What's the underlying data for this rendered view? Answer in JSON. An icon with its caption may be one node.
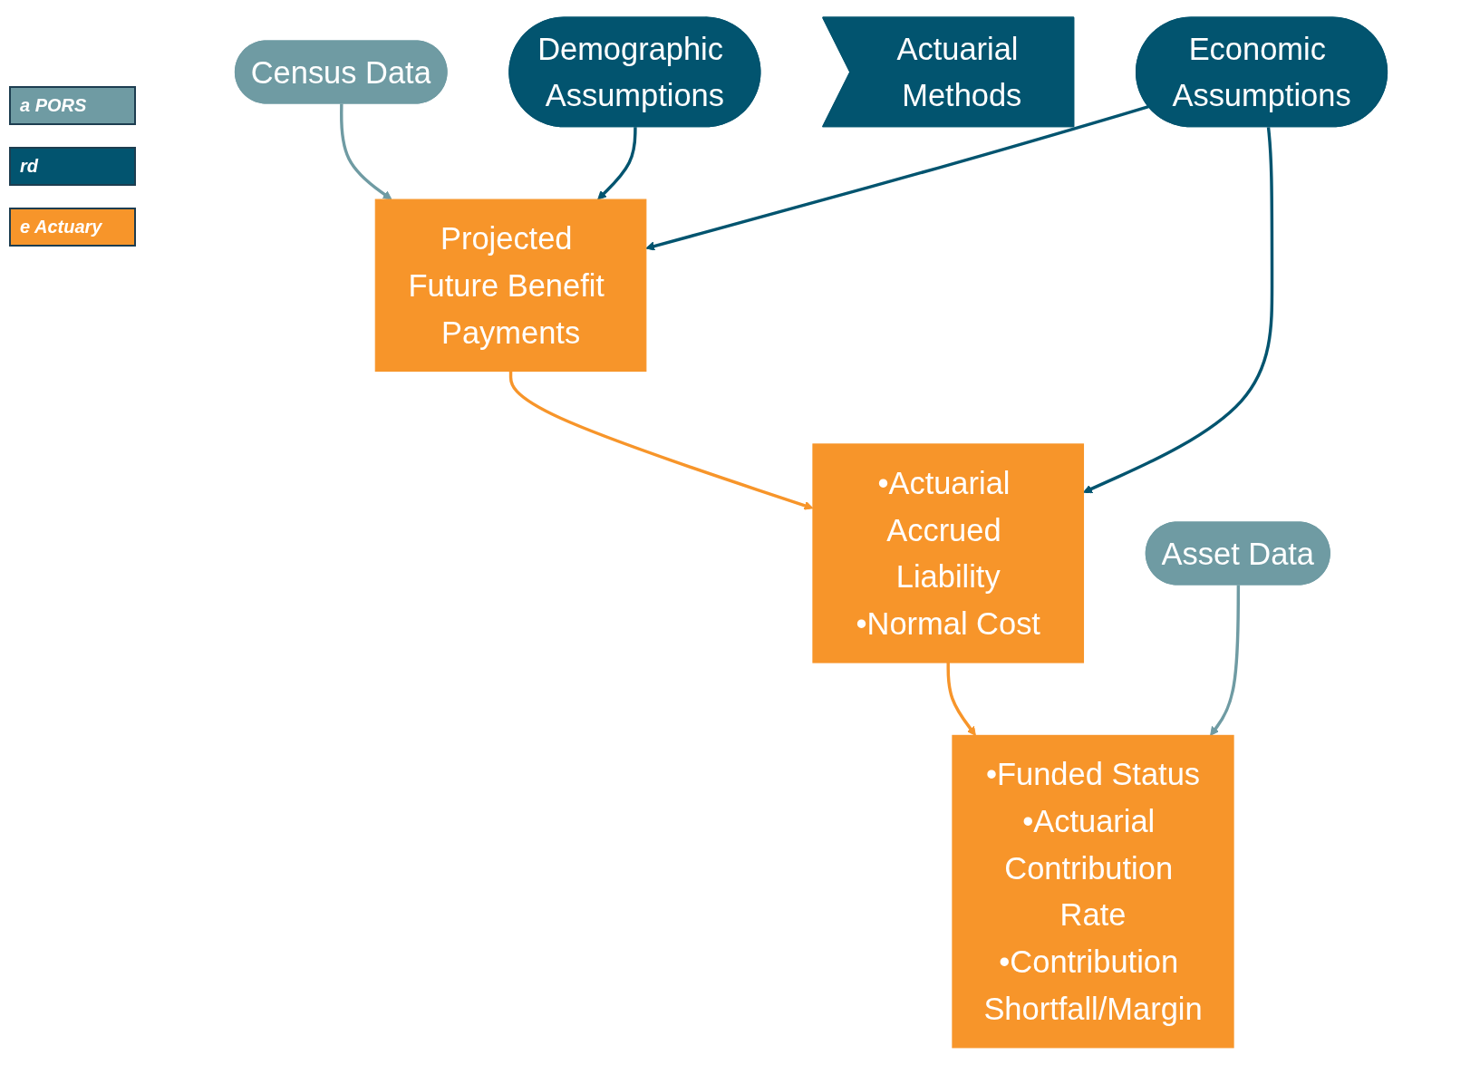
{
  "diagram": {
    "nodes": [
      {
        "text": [
          "Census Data"
        ]
      },
      {
        "text": [
          "Demographic Assumptions"
        ]
      },
      {
        "text": [
          "Projected Future Benefit Payments"
        ]
      },
      {
        "text": [
          "Actuarial Methods"
        ]
      },
      {
        "text": [
          "Economic Assumptions"
        ]
      },
      {
        "text": [
          "•Actuarial Accrued Liability",
          "•Normal Cost"
        ]
      },
      {
        "text": [
          "Asset Data"
        ]
      },
      {
        "text": [
          "•Funded Status",
          "•Actuarial Contribution Rate",
          "•Contribution Shortfall/Margin"
        ]
      }
    ],
    "edges": [
      {
        "from": 0,
        "to": 2,
        "arrow": "to",
        "color": "#6f9ba3"
      },
      {
        "from": 1,
        "to": 2,
        "arrow": "to",
        "color": "#02546f"
      },
      {
        "from": 4,
        "to": 2,
        "arrow": "to",
        "color": "#02546f"
      },
      {
        "from": 2,
        "to": 5,
        "arrow": "to",
        "color": "#f7952a"
      },
      {
        "from": 4,
        "to": 5,
        "arrow": "to",
        "color": "#02546f"
      },
      {
        "from": 5,
        "to": 7,
        "arrow": "to",
        "color": "#f7952a"
      },
      {
        "from": 6,
        "to": 7,
        "arrow": "to",
        "color": "#6f9ba3"
      }
    ],
    "legend": [
      {
        "text": "a PORS",
        "color": "#6f9ba3"
      },
      {
        "text": "rd",
        "color": "#02546f"
      },
      {
        "text": "e Actuary",
        "color": "#f7952a"
      }
    ]
  }
}
